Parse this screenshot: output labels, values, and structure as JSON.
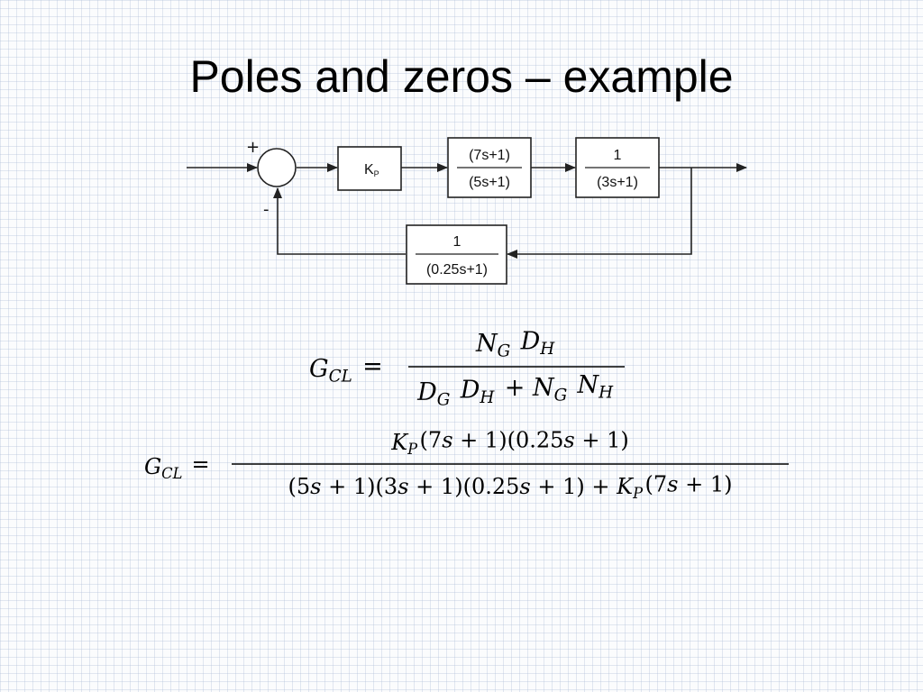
{
  "slide": {
    "title": "Poles and zeros – example"
  },
  "diagram": {
    "summing_plus": "+",
    "summing_minus": "-",
    "block_kp": {
      "main": "K",
      "sub": "P"
    },
    "block_controller_num": "(7s+1)",
    "block_controller_den": "(5s+1)",
    "block_process_num": "1",
    "block_process_den": "(3s+1)",
    "block_feedback_num": "1",
    "block_feedback_den": "(0.25s+1)"
  },
  "equations": {
    "eq1": {
      "lhs": "G_CL =",
      "numerator": "N_G D_H",
      "denominator": "D_G D_H + N_G N_H"
    },
    "eq2": {
      "lhs": "G_CL =",
      "numerator": "K_P(7s + 1)(0.25s + 1)",
      "denominator": "(5s + 1)(3s + 1)(0.25s + 1) + K_P(7s + 1)"
    }
  }
}
